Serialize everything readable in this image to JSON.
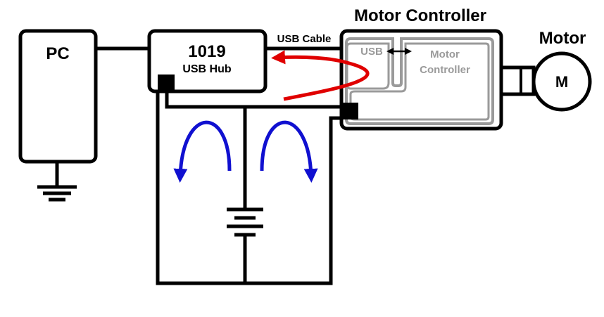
{
  "labels": {
    "pc": "PC",
    "hub_number": "1019",
    "hub_name": "USB Hub",
    "usb_cable": "USB Cable",
    "motor_controller_title": "Motor Controller",
    "motor_title": "Motor",
    "motor_symbol": "M",
    "usb_inner": "USB",
    "controller_inner_line1": "Motor",
    "controller_inner_line2": "Controller"
  },
  "colors": {
    "wire": "#000000",
    "inner_box": "#9a9a9a",
    "ground_loop_arrow": "#e00000",
    "current_arrows": "#1010d0"
  },
  "icons": {
    "ground": "ground-symbol-icon",
    "battery": "battery-symbol-icon",
    "motor": "motor-circle-icon",
    "bidirectional": "double-arrow-icon"
  }
}
